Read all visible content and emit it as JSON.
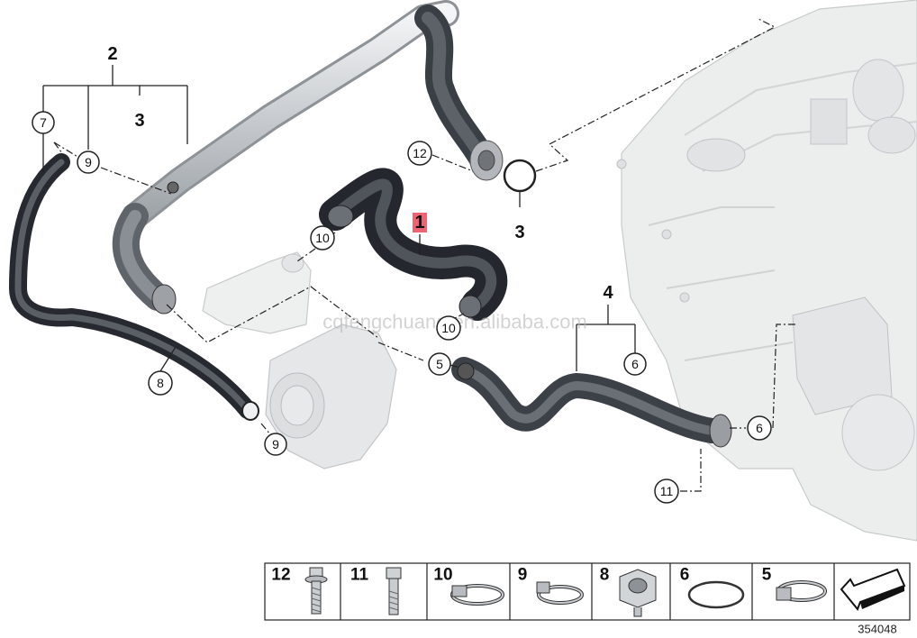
{
  "callouts": {
    "c1": "1",
    "c2": "2",
    "c3a": "3",
    "c3b": "3",
    "c4": "4",
    "c5": "5",
    "c6a": "6",
    "c6b": "6",
    "c7": "7",
    "c8": "8",
    "c9a": "9",
    "c9b": "9",
    "c10a": "10",
    "c10b": "10",
    "c11": "11",
    "c12": "12"
  },
  "legend": {
    "n12": "12",
    "n11": "11",
    "n10": "10",
    "n9": "9",
    "n8": "8",
    "n6": "6",
    "n5": "5"
  },
  "drawing_number": "354048",
  "watermark": "cqfengchuang.en.alibaba.com",
  "colors": {
    "highlight": "#e8495a",
    "hose": "#3b3f47",
    "pipe": "#d9dcdf",
    "engine": "#e9eaeb"
  },
  "icons": {
    "legend_end_icon": "arrow-icon"
  }
}
